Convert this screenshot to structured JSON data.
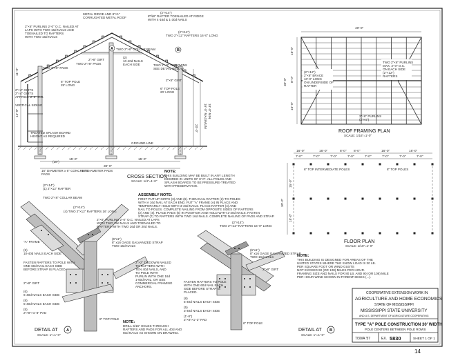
{
  "cross_section": {
    "title": "CROSS SECTION",
    "scale": "SCALE: 1/4\"=1'-0\"",
    "notes": [
      "METAL RIDGE AND 8\"×1\"",
      "CORRUGATED METAL ROOF",
      "(2\"×14\")",
      "8\"Ñ8\" RAFTER TOENAILED AT RIDGE",
      "WITH 4-16d & 1-30d NAILS",
      "(2\"×14\")",
      "TWO 2\"×12\" RAFTERS 16'-0\" LONG",
      "2\"×6\" PURLINS 2'-0\" O.C. NAILED AT",
      "LAPS WITH TWO 16d NAILS AND",
      "TOENAILED TO RAFTERS",
      "WITH TWO 16d NAILS",
      "TWO 2\"×6\" COLLAR BEAM",
      "TWO 2\"×8\" PADS",
      "2\"×8\" GIRT",
      "(2)",
      "10-40d NAILS",
      "EACH SIDE",
      "TWO 2\"×8\" TIEDOWNS",
      "SEE DETAIL BELOW",
      "TWO 2\"×6\" PADS",
      "6\" TOP POLE",
      "25' LONG",
      "2\"×4\" GIRTS",
      "2\"×8\" GIRT",
      "2\"×4\" GIRTS",
      "APPROX. 2'-6\" O.C.",
      "VERTICAL SIDING",
      "6\" TOP POLE",
      "20' LONG",
      "TREATED SPLASH BOARD",
      "HEIGHT AS REQUIRED",
      "GROUND LINE",
      "(18\")",
      "16\" DIAMETER x 6\" CONCRETE",
      "PADS",
      "16\" DIAMETER PADS"
    ],
    "dims": [
      "15'-0\"",
      "15'-0\"",
      "30'-0\"",
      "16'-0\" MAXIMUM",
      "18'-0\" MIN",
      "20'-0\"",
      "12'-9\"",
      "11'-0\""
    ],
    "markers": [
      "A",
      "B"
    ]
  },
  "roof_plan": {
    "title": "ROOF FRAMING PLAN",
    "scale": "SCALE: 1/16\"=1'-0\"",
    "dims_top": "40'-0\"",
    "dims_left": [
      "16'-0\"",
      "8'-0\"",
      "30'-0\"",
      "16'-0\""
    ],
    "notes": [
      "(2\"×12\")",
      "2\"×8\" BRACE",
      "10'-0\" LONG",
      "ON UNDERSIDE OF",
      "RAFTER",
      "TWO 2\"×6\" PURLINS",
      "MAX. 2'-0\" O.C.",
      "ON EACH SIDE",
      "(2\"×12\")",
      "RAFTERS",
      "2\"×6\" PURLINS",
      "(2\"×4\")"
    ]
  },
  "floor_plan": {
    "title": "FLOOR PLAN",
    "scale": "SCALE: 1/16\"=1'-0\"",
    "dims_top": [
      "16'-0\"",
      "16'-0\"",
      "8'-0\"",
      "8'-0\"",
      "16'-0\"",
      "16'-0\""
    ],
    "dims_sub": [
      "7'-0\"",
      "7'-0\"",
      "7'-0\"",
      "7'-0\"",
      "7'-0\"",
      "7'-0\"",
      "7'-0\"",
      "7'-0\""
    ],
    "labels": [
      "6\" TOP INTERMEDIATE POLES",
      "8\" TOP POLES"
    ],
    "dims_left": [
      "30'-0\"",
      "15'-0\"",
      "15'-0\""
    ]
  },
  "assembly_note": {
    "heading": "NOTE:",
    "body": [
      "THIS BUILDING MAY BE BUILT IN ANY LENGTH",
      "DESIRED IN UNITS OF 8'-0\". ALL POLES AND",
      "SPLASH BOARDS TO BE PRESSURE-TREATED",
      "WITH PRESERVATIVE."
    ],
    "assembly_heading": "ASSEMBLY NOTE:",
    "assembly": [
      "FIRST PUT UP GIRTS (3) AND (6). THEN NAIL RAFTER (2) TO POLES",
      "WITH A 16d NAIL AT EACH END. PUT \"A\" FRAME (A) IN PLACE AND",
      "TEMPORARILY HOLD WITH 3-40d NAILS. PLACE RAFTER (4) AND",
      "NAIL TO POLES. COMPLETE NAILING FROM OPPOSITE SIDES OF RAFTERS",
      "(2) AND (4). PLACE PADS (5) IN POSITION AND HOLD WITH 2-40d NAILS. FASTEN",
      "STRAP (7) TO RAFTERS WITH TWO 16d NAILS. COMPLETE NAILING OF PADS AND STRAP."
    ]
  },
  "detail_a": {
    "title": "DETAIL AT",
    "marker": "A",
    "scale": "SCALE: 1\"=1'-0\"",
    "notes": [
      "(2\"×14\")",
      "(1) 2\"×12\" RAFTER",
      "TWO 2\"×6\" COLLAR BEAM",
      "(2\"×14\")",
      "(4) TWO 2\"×12\" RAFTERS 16' LONG",
      "\"A\" FRAME",
      "(5)",
      "10-40d NAILS EACH SIDE",
      "FASTEN RAFTERS TO POLE WITH",
      "ONE 60d NAIL EACH SIDE",
      "BEFORE STRAP IS PLACED",
      "2\"×8\" GIRT",
      "(6)",
      "6-40d NAILS EACH SIDE",
      "(8)",
      "5-40d NAILS EACH SIDE",
      "(5)",
      "2\"×8\"×1'-8\" PAD",
      "8\" TOP POLE",
      "2\"×6\" PURLINS 2'-0\" O.C. NAILED AT LAPS",
      "WITH TWO 16d NAILS AND TOENAILED TO",
      "RAFTERS WITH TWO 16d OR 20d NAILS.",
      "(6\"x1\")",
      "8\" x16 GAGE GALVANIZED STRAP",
      "TWO 16d NAILS",
      "2\"×2\" TIEDOWN NAILED",
      "TO RAFTERS WITH",
      "TEN 40d NAILS, AND",
      "TO POLE WITH",
      "PURLIN WITH ONE 16d",
      "1-60d NAIL, OR USE",
      "COMMERCIAL FRAMING",
      "ANCHORS."
    ],
    "bottom_note": [
      "NOTE:",
      "DRILL 3/16\" HOLES THROUGH",
      "RAFTERS AND PADS FOR ALL 40d AND",
      "60d NAILS AS SHOWN ON DRAWING."
    ]
  },
  "detail_b": {
    "title": "DETAIL AT",
    "marker": "B",
    "scale": "SCALE: 1\"=1'-0\"",
    "notes": [
      "(2\"×14\")",
      "TWO 2\"×12\" RAFTERS 16'-0\" LONG",
      "(6\"x1\")",
      "8\" x16 GAGE GALVANIZED STRAP",
      "TWO 16d NAILS",
      "2\"×8\" GIRT",
      "FASTEN RAFTERS TO POLE",
      "WITH ONE 60d NAIL EACH",
      "SIDE BEFORE STRAP IS",
      "PLACED.",
      "(8)",
      "5-40d NAILS EACH SIDE",
      "(5)",
      "3-40d NAILS EACH SIDE",
      "(1'-8\")",
      "2\"×8\"×1'-3\" PAD",
      "6\" TOP POLE"
    ]
  },
  "design_note": {
    "heading": "NOTE:",
    "body": [
      "THIS BUILDING IS DESIGNED FOR AREAS OF THE",
      "UNITED STATES WHERE THE SNOW LOAD IS 30 LB.",
      "PER SQUARE FOOT OR WIND GUSTS",
      "NOT EXCEED 90 (OR 108) MILES PER HOUR.",
      "FRAMING SIZE AND NAILS FOR 80 LB. AND 90 (OR 108) MILE",
      "PER HOUR WIND SHOWN IN PARENTHESES (...)."
    ]
  },
  "title_block": {
    "line1": "COOPERATIVE EXTENSION WORK IN",
    "line2": "AGRICULTURE AND HOME ECONOMICS",
    "line3": "STATE OF MISSISSIPPI",
    "line4": "MISSISSIPPI STATE UNIVERSITY",
    "line5": "AND U.S. DEPARTMENT OF AGRICULTURE COOPERATING",
    "line6": "TYPE \"A\" POLE CONSTRUCTION 30' WIDTH",
    "line7": "POLE CENTERS BETWEEN POLE ROWS",
    "date": "7/30/A '57",
    "ex_label": "EX.",
    "ex_number": "5830",
    "sheet": "SHEET 1 OF 1"
  },
  "page_number": "14"
}
